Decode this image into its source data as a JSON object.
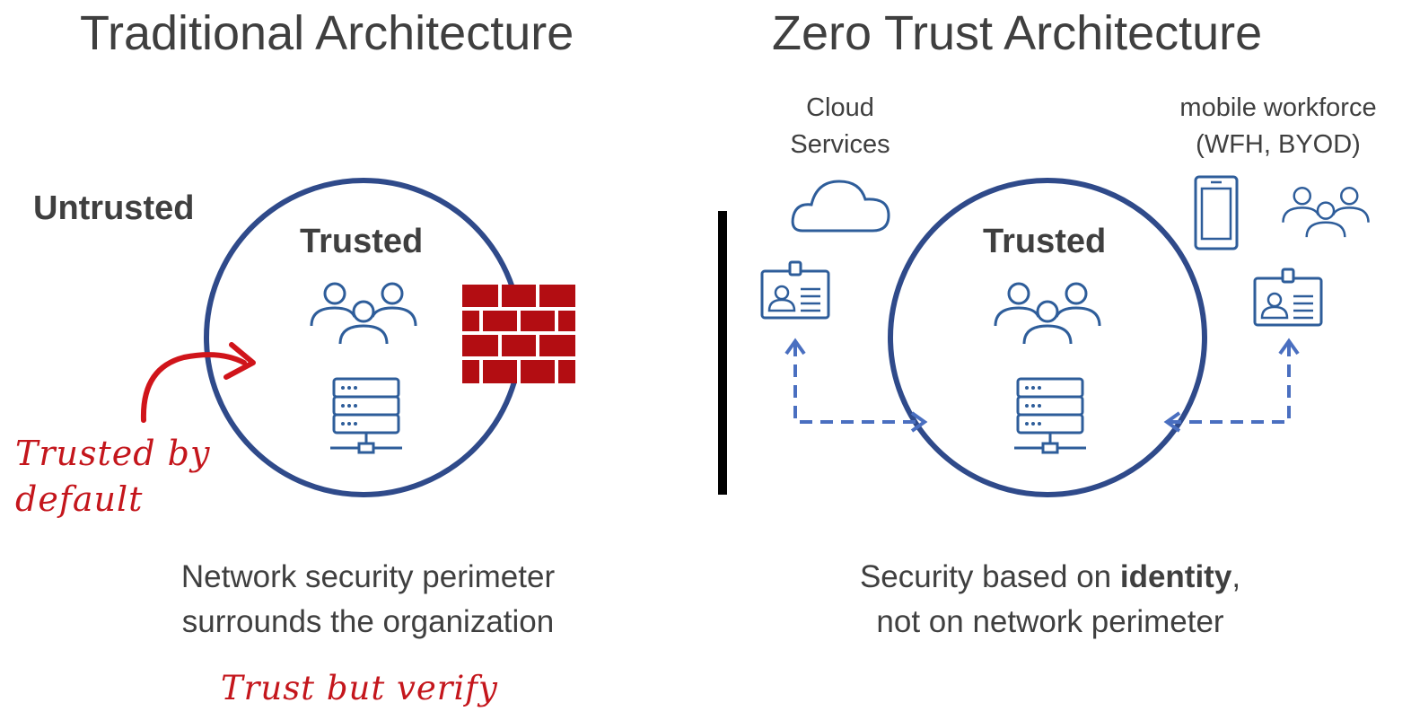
{
  "left": {
    "title": "Traditional Architecture",
    "outside_label": "Untrusted",
    "inside_label": "Trusted",
    "handwritten_line1": "Trusted by",
    "handwritten_line2": "default",
    "caption_line1": "Network security perimeter",
    "caption_line2": "surrounds the organization",
    "footer_note": "Trust but verify"
  },
  "right": {
    "title": "Zero Trust Architecture",
    "inside_label": "Trusted",
    "cloud_label_line1": "Cloud",
    "cloud_label_line2": "Services",
    "mobile_label_line1": "mobile workforce",
    "mobile_label_line2": "(WFH, BYOD)",
    "caption_line1_prefix": "Security based on ",
    "caption_line1_bold": "identity",
    "caption_line1_suffix": ",",
    "caption_line2": "not on network perimeter"
  },
  "colors": {
    "perimeter_blue": "#2f4a8a",
    "icon_blue": "#2e5d9a",
    "dashed_blue": "#4a6fc0",
    "firewall_red": "#b30d12",
    "handwriting_red": "#c4161c",
    "divider": "#000000"
  },
  "icons": {
    "left_users": "users-group-icon",
    "left_server": "server-rack-icon",
    "firewall": "brick-firewall-icon",
    "cloud": "cloud-icon",
    "mobile": "smartphone-icon",
    "id_badge": "id-badge-icon"
  }
}
